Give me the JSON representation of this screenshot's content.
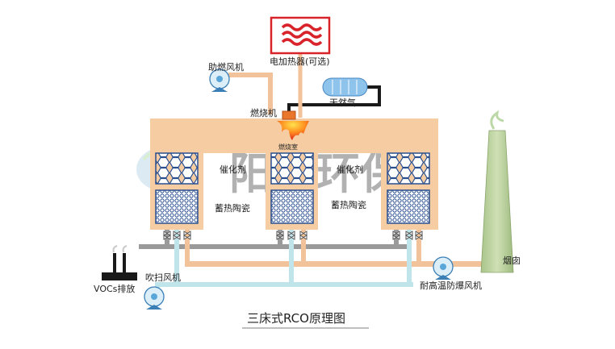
{
  "labels": {
    "electric_heater": "电加热器(可选)",
    "combustion_fan": "助燃风机",
    "natural_gas": "天然气",
    "burner": "燃烧机",
    "combustion_chamber": "燃烧室",
    "catalyst_1": "催化剂",
    "catalyst_2": "催化剂",
    "ceramic_1": "蓄热陶瓷",
    "ceramic_2": "蓄热陶瓷",
    "chimney": "烟囱",
    "purge_fan": "吹扫风机",
    "vocs_exhaust": "VOCs排放",
    "explosion_fan": "耐高温防爆风机",
    "caption": "三床式RCO原理图"
  },
  "watermark_text": "阳光环保",
  "colors": {
    "chamber_fill": "#f6cda3",
    "duct_orange": "#f2c39a",
    "duct_teal": "#bfe4ea",
    "duct_gray": "#9a9a9a",
    "bed_blue": "#2a4f8f",
    "heater_red": "#d9232b",
    "chimney_green": "#b9cf99",
    "gas_tank": "#8ec3ec",
    "fan_blue": "#5aa6d8"
  },
  "icons": [
    "fan-icon",
    "heater-icon",
    "flame-icon",
    "gas-tank-icon",
    "valve-icon",
    "chimney-icon"
  ]
}
